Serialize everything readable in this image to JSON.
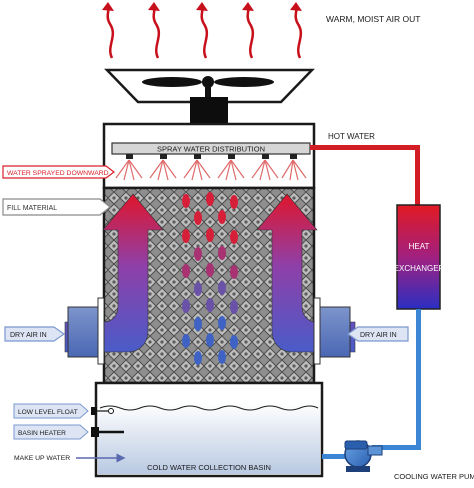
{
  "labels": {
    "warm_air_out": "WARM, MOIST AIR OUT",
    "hot_water": "HOT WATER",
    "spray_distribution": "SPRAY WATER DISTRIBUTION",
    "water_sprayed_downward": "WATER SPRAYED DOWNWARD",
    "fill_material": "FILL MATERIAL",
    "heat": "HEAT",
    "exchanger": "EXCHANGER",
    "dry_air_in_left": "DRY AIR IN",
    "dry_air_in_right": "DRY AIR IN",
    "low_level_float": "LOW LEVEL FLOAT",
    "basin_heater": "BASIN HEATER",
    "make_up_water": "MAKE UP WATER",
    "cold_water_basin": "COLD WATER COLLECTION BASIN",
    "cooling_water_pump": "COOLING WATER PUMP"
  },
  "colors": {
    "hot": "#d10f1f",
    "warm_arrow_top": "#e0152b",
    "cool_arrow_bottom": "#4a5cc8",
    "basin_water": "#c9d6ea",
    "pipe_cold": "#3a86d4",
    "pipe_hot": "#d21d25",
    "callout_red": "#d81e2a",
    "callout_gray": "#8a8a8a",
    "callout_blue": "#7a98cf"
  },
  "icons": {
    "fan": "fan-icon",
    "pump": "pump-icon",
    "exhaust_arrows": "wavy-arrow-icon"
  }
}
